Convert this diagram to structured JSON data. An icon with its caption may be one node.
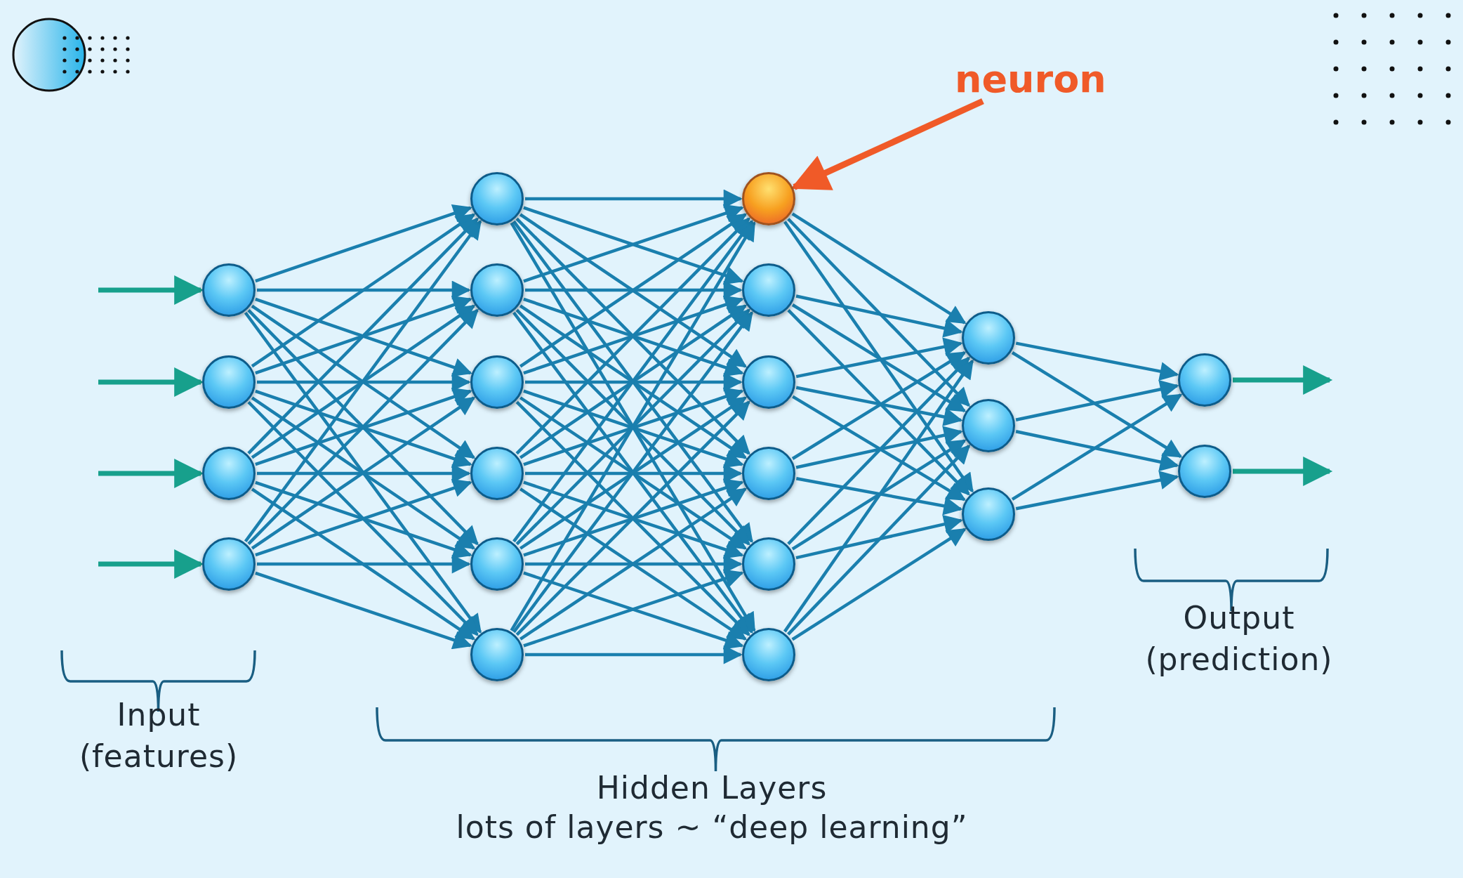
{
  "diagram": {
    "nodes": [
      {
        "text": [],
        "shape": "circle"
      },
      {
        "text": [],
        "shape": "circle"
      },
      {
        "text": [],
        "shape": "circle"
      },
      {
        "text": [],
        "shape": "circle"
      },
      {
        "text": [],
        "shape": "circle"
      },
      {
        "text": [],
        "shape": "circle"
      },
      {
        "text": [],
        "shape": "circle"
      },
      {
        "text": [],
        "shape": "circle"
      },
      {
        "text": [],
        "shape": "circle"
      },
      {
        "text": [],
        "shape": "circle"
      },
      {
        "text": [],
        "shape": "circle"
      },
      {
        "text": [],
        "shape": "circle"
      },
      {
        "text": [],
        "shape": "circle"
      },
      {
        "text": [],
        "shape": "circle"
      },
      {
        "text": [],
        "shape": "circle"
      },
      {
        "text": [],
        "shape": "circle"
      },
      {
        "text": [],
        "shape": "circle"
      },
      {
        "text": [],
        "shape": "circle"
      },
      {
        "text": [],
        "shape": "circle"
      },
      {
        "text": [],
        "shape": "circle"
      },
      {
        "text": [],
        "shape": "circle"
      },
      {
        "text": [
          "neuron"
        ]
      }
    ],
    "edges": [
      {
        "from": null,
        "to": 0,
        "arrow": "to",
        "color": "#17a08c"
      },
      {
        "from": null,
        "to": 1,
        "arrow": "to",
        "color": "#17a08c"
      },
      {
        "from": null,
        "to": 2,
        "arrow": "to",
        "color": "#17a08c"
      },
      {
        "from": null,
        "to": 3,
        "arrow": "to",
        "color": "#17a08c"
      },
      {
        "from": 0,
        "to": 4,
        "arrow": "to"
      },
      {
        "from": 0,
        "to": 5,
        "arrow": "to"
      },
      {
        "from": 0,
        "to": 6,
        "arrow": "to"
      },
      {
        "from": 0,
        "to": 7,
        "arrow": "to"
      },
      {
        "from": 0,
        "to": 8,
        "arrow": "to"
      },
      {
        "from": 0,
        "to": 9,
        "arrow": "to"
      },
      {
        "from": 1,
        "to": 4,
        "arrow": "to"
      },
      {
        "from": 1,
        "to": 5,
        "arrow": "to"
      },
      {
        "from": 1,
        "to": 6,
        "arrow": "to"
      },
      {
        "from": 1,
        "to": 7,
        "arrow": "to"
      },
      {
        "from": 1,
        "to": 8,
        "arrow": "to"
      },
      {
        "from": 1,
        "to": 9,
        "arrow": "to"
      },
      {
        "from": 2,
        "to": 4,
        "arrow": "to"
      },
      {
        "from": 2,
        "to": 5,
        "arrow": "to"
      },
      {
        "from": 2,
        "to": 6,
        "arrow": "to"
      },
      {
        "from": 2,
        "to": 7,
        "arrow": "to"
      },
      {
        "from": 2,
        "to": 8,
        "arrow": "to"
      },
      {
        "from": 2,
        "to": 9,
        "arrow": "to"
      },
      {
        "from": 3,
        "to": 4,
        "arrow": "to"
      },
      {
        "from": 3,
        "to": 5,
        "arrow": "to"
      },
      {
        "from": 3,
        "to": 6,
        "arrow": "to"
      },
      {
        "from": 3,
        "to": 7,
        "arrow": "to"
      },
      {
        "from": 3,
        "to": 8,
        "arrow": "to"
      },
      {
        "from": 3,
        "to": 9,
        "arrow": "to"
      },
      {
        "from": 4,
        "to": 10,
        "arrow": "to"
      },
      {
        "from": 4,
        "to": 11,
        "arrow": "to"
      },
      {
        "from": 4,
        "to": 12,
        "arrow": "to"
      },
      {
        "from": 4,
        "to": 13,
        "arrow": "to"
      },
      {
        "from": 4,
        "to": 14,
        "arrow": "to"
      },
      {
        "from": 4,
        "to": 15,
        "arrow": "to"
      },
      {
        "from": 5,
        "to": 10,
        "arrow": "to"
      },
      {
        "from": 5,
        "to": 11,
        "arrow": "to"
      },
      {
        "from": 5,
        "to": 12,
        "arrow": "to"
      },
      {
        "from": 5,
        "to": 13,
        "arrow": "to"
      },
      {
        "from": 5,
        "to": 14,
        "arrow": "to"
      },
      {
        "from": 5,
        "to": 15,
        "arrow": "to"
      },
      {
        "from": 6,
        "to": 10,
        "arrow": "to"
      },
      {
        "from": 6,
        "to": 11,
        "arrow": "to"
      },
      {
        "from": 6,
        "to": 12,
        "arrow": "to"
      },
      {
        "from": 6,
        "to": 13,
        "arrow": "to"
      },
      {
        "from": 6,
        "to": 14,
        "arrow": "to"
      },
      {
        "from": 6,
        "to": 15,
        "arrow": "to"
      },
      {
        "from": 7,
        "to": 10,
        "arrow": "to"
      },
      {
        "from": 7,
        "to": 11,
        "arrow": "to"
      },
      {
        "from": 7,
        "to": 12,
        "arrow": "to"
      },
      {
        "from": 7,
        "to": 13,
        "arrow": "to"
      },
      {
        "from": 7,
        "to": 14,
        "arrow": "to"
      },
      {
        "from": 7,
        "to": 15,
        "arrow": "to"
      },
      {
        "from": 8,
        "to": 10,
        "arrow": "to"
      },
      {
        "from": 8,
        "to": 11,
        "arrow": "to"
      },
      {
        "from": 8,
        "to": 12,
        "arrow": "to"
      },
      {
        "from": 8,
        "to": 13,
        "arrow": "to"
      },
      {
        "from": 8,
        "to": 14,
        "arrow": "to"
      },
      {
        "from": 8,
        "to": 15,
        "arrow": "to"
      },
      {
        "from": 9,
        "to": 10,
        "arrow": "to"
      },
      {
        "from": 9,
        "to": 11,
        "arrow": "to"
      },
      {
        "from": 9,
        "to": 12,
        "arrow": "to"
      },
      {
        "from": 9,
        "to": 13,
        "arrow": "to"
      },
      {
        "from": 9,
        "to": 14,
        "arrow": "to"
      },
      {
        "from": 9,
        "to": 15,
        "arrow": "to"
      },
      {
        "from": 10,
        "to": 16,
        "arrow": "to"
      },
      {
        "from": 10,
        "to": 17,
        "arrow": "to"
      },
      {
        "from": 10,
        "to": 18,
        "arrow": "to"
      },
      {
        "from": 11,
        "to": 16,
        "arrow": "to"
      },
      {
        "from": 11,
        "to": 17,
        "arrow": "to"
      },
      {
        "from": 11,
        "to": 18,
        "arrow": "to"
      },
      {
        "from": 12,
        "to": 16,
        "arrow": "to"
      },
      {
        "from": 12,
        "to": 17,
        "arrow": "to"
      },
      {
        "from": 12,
        "to": 18,
        "arrow": "to"
      },
      {
        "from": 13,
        "to": 16,
        "arrow": "to"
      },
      {
        "from": 13,
        "to": 17,
        "arrow": "to"
      },
      {
        "from": 13,
        "to": 18,
        "arrow": "to"
      },
      {
        "from": 14,
        "to": 16,
        "arrow": "to"
      },
      {
        "from": 14,
        "to": 17,
        "arrow": "to"
      },
      {
        "from": 14,
        "to": 18,
        "arrow": "to"
      },
      {
        "from": 15,
        "to": 16,
        "arrow": "to"
      },
      {
        "from": 15,
        "to": 17,
        "arrow": "to"
      },
      {
        "from": 15,
        "to": 18,
        "arrow": "to"
      },
      {
        "from": 16,
        "to": 19,
        "arrow": "to"
      },
      {
        "from": 16,
        "to": 20,
        "arrow": "to"
      },
      {
        "from": 17,
        "to": 19,
        "arrow": "to"
      },
      {
        "from": 17,
        "to": 20,
        "arrow": "to"
      },
      {
        "from": 18,
        "to": 19,
        "arrow": "to"
      },
      {
        "from": 18,
        "to": 20,
        "arrow": "to"
      },
      {
        "from": 19,
        "to": null,
        "arrow": "to",
        "color": "#17a08c"
      },
      {
        "from": 20,
        "to": null,
        "arrow": "to",
        "color": "#17a08c"
      },
      {
        "from": 21,
        "to": 10,
        "arrow": "to",
        "style": "thick",
        "color": "#f05a28"
      }
    ],
    "labels": [
      "Input (features)",
      "Hidden Layers",
      "lots of layers ~ “deep learning”",
      "Output (prediction)"
    ]
  }
}
